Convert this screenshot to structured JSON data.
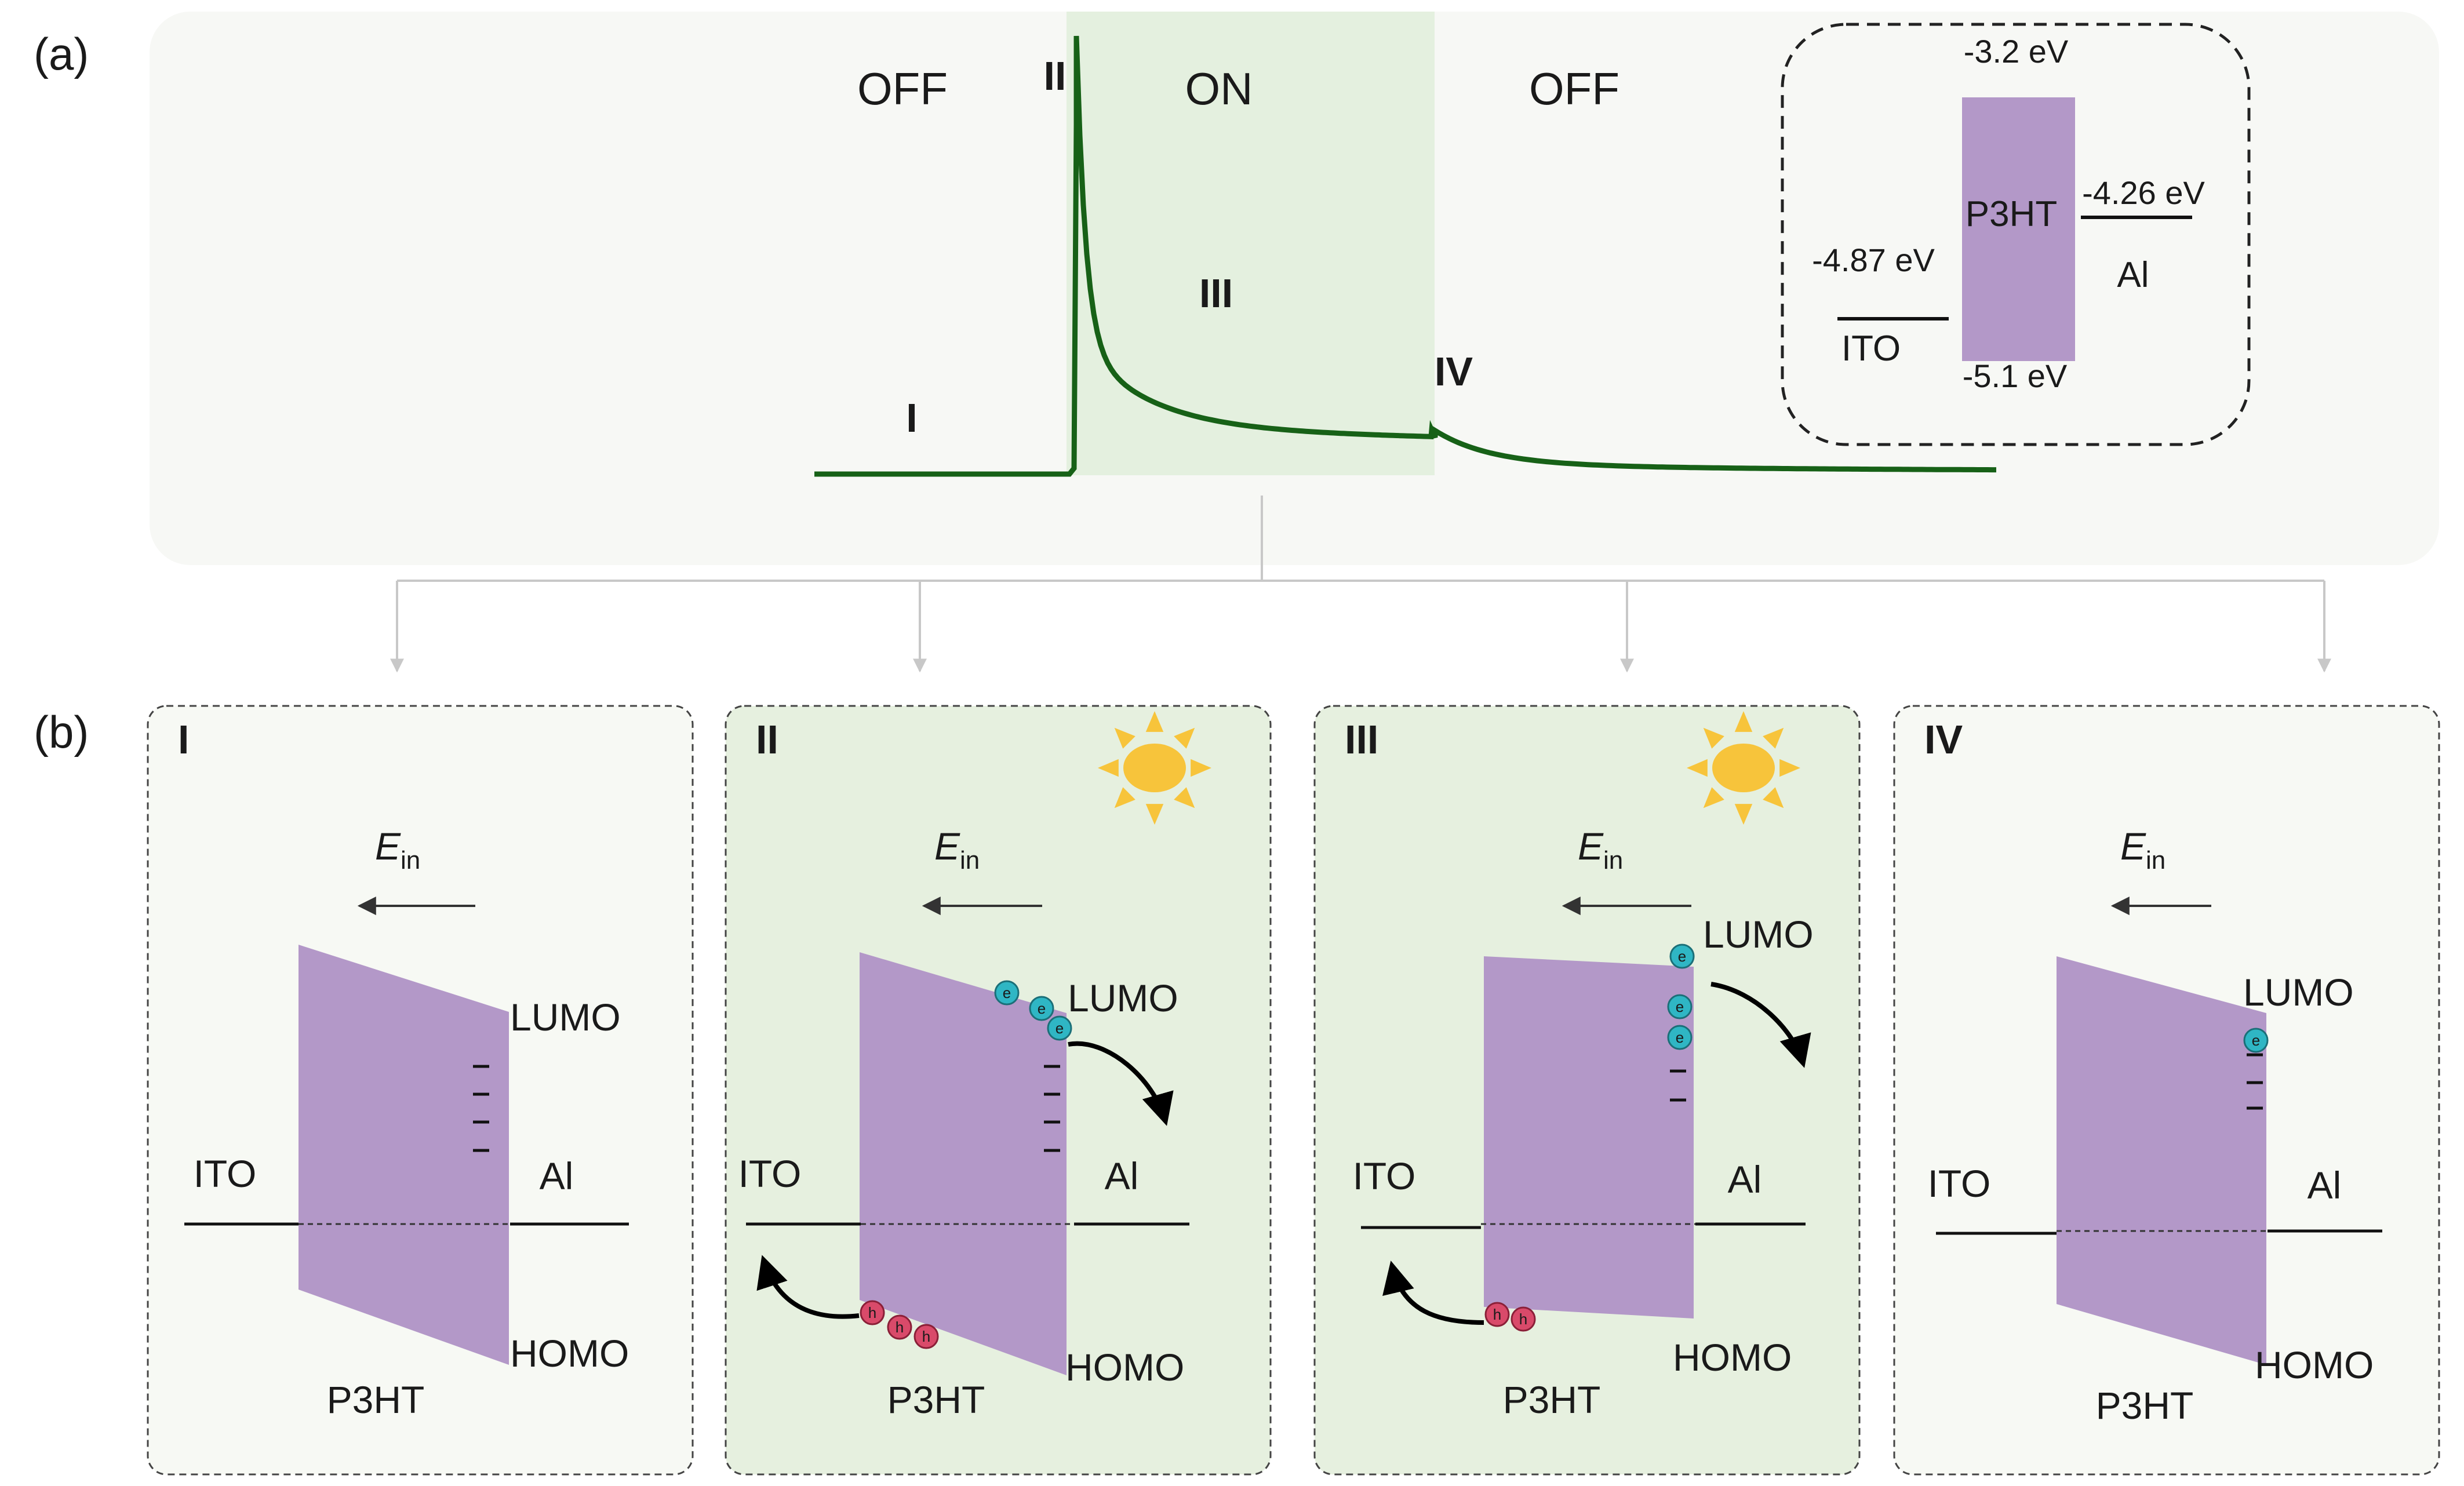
{
  "figure": {
    "panel_a_label": "(a)",
    "panel_b_label": "(b)"
  },
  "trace": {
    "labels": {
      "off_left": "OFF",
      "on": "ON",
      "off_right": "OFF"
    },
    "stages": {
      "I": "I",
      "II": "II",
      "III": "III",
      "IV": "IV"
    },
    "trace_color": "#176117",
    "on_region_color": "#e4f0df"
  },
  "energy_inset": {
    "material": "P3HT",
    "lumo": "-3.2 eV",
    "homo": "-5.1 eV",
    "left_electrode": "ITO",
    "left_work_function": "-4.87 eV",
    "right_electrode": "Al",
    "right_work_function": "-4.26 eV",
    "band_color": "#b398c8"
  },
  "band_diagrams": [
    {
      "stage": "I",
      "field_symbol": "E",
      "field_subscript": "in",
      "left": "ITO",
      "right": "Al",
      "lumo": "LUMO",
      "homo": "HOMO",
      "material": "P3HT",
      "illuminated": false
    },
    {
      "stage": "II",
      "field_symbol": "E",
      "field_subscript": "in",
      "left": "ITO",
      "right": "Al",
      "lumo": "LUMO",
      "homo": "HOMO",
      "material": "P3HT",
      "illuminated": true
    },
    {
      "stage": "III",
      "field_symbol": "E",
      "field_subscript": "in",
      "left": "ITO",
      "right": "Al",
      "lumo": "LUMO",
      "homo": "HOMO",
      "material": "P3HT",
      "illuminated": true
    },
    {
      "stage": "IV",
      "field_symbol": "E",
      "field_subscript": "in",
      "left": "ITO",
      "right": "Al",
      "lumo": "LUMO",
      "homo": "HOMO",
      "material": "P3HT",
      "illuminated": false
    }
  ],
  "carriers": {
    "electron": "e",
    "hole": "h",
    "electron_color": "#2fb6c4",
    "hole_color": "#d94a6a"
  },
  "colors": {
    "sun": "#f7c43b",
    "panel_bg_off": "#f7f9f4",
    "panel_bg_on": "#e6f0df"
  }
}
